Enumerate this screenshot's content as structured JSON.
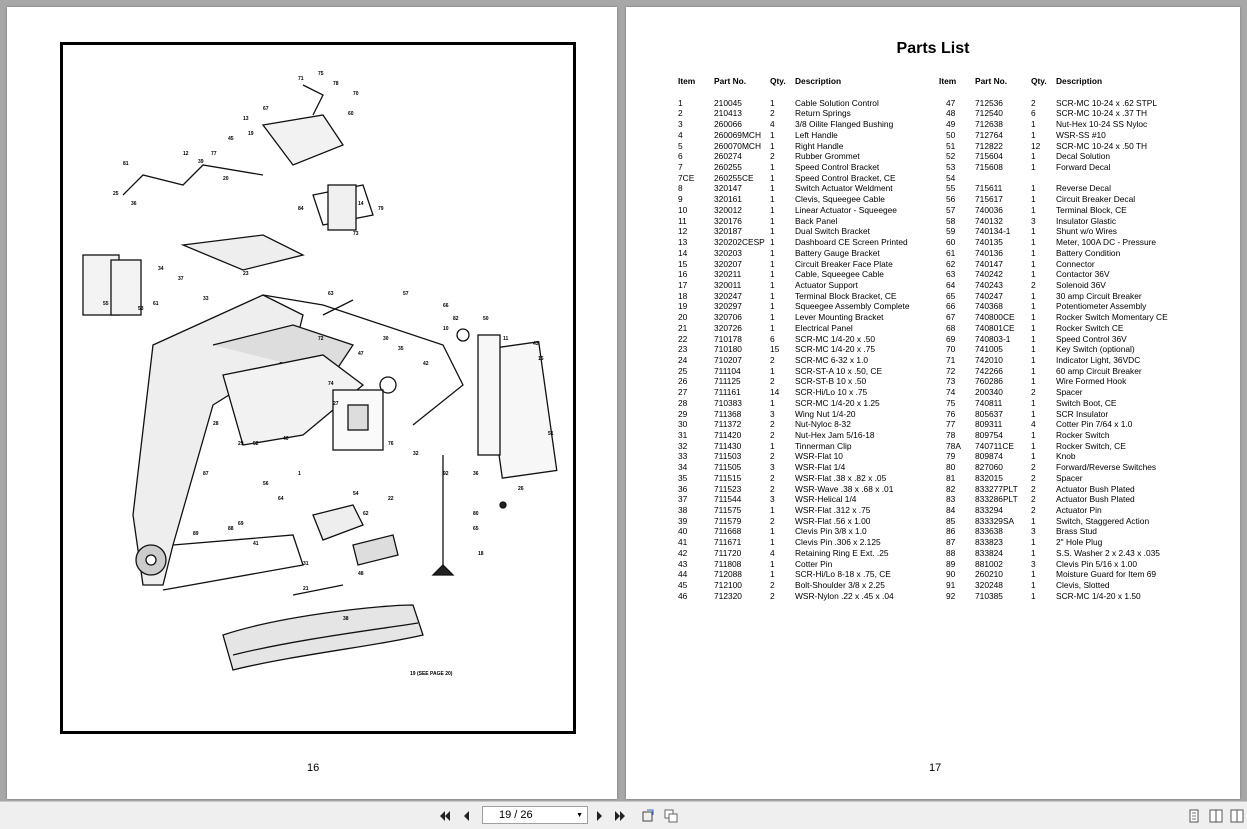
{
  "left_page": {
    "page_number": "16",
    "diagram": {
      "note": "19 (SEE PAGE 20)",
      "callouts": [
        "75",
        "71",
        "78",
        "70",
        "67",
        "13",
        "60",
        "45",
        "19",
        "12",
        "39",
        "77",
        "81",
        "25",
        "36",
        "20",
        "84",
        "14",
        "55",
        "53",
        "79",
        "73",
        "23",
        "34",
        "37",
        "61",
        "33",
        "72",
        "57",
        "66",
        "10",
        "82",
        "50",
        "11",
        "15",
        "43",
        "47",
        "30",
        "35",
        "42",
        "74",
        "76",
        "92",
        "22",
        "36",
        "41",
        "80",
        "54",
        "62",
        "65",
        "18",
        "51",
        "26",
        "87",
        "32",
        "27",
        "52",
        "28",
        "29",
        "40",
        "56",
        "64",
        "89",
        "88",
        "31",
        "21",
        "48",
        "38",
        "63",
        "69",
        "1"
      ]
    }
  },
  "right_page": {
    "page_number": "17",
    "title": "Parts List",
    "headers": {
      "item": "Item",
      "part": "Part No.",
      "qty": "Qty.",
      "desc": "Description"
    },
    "left_column": [
      [
        "1",
        "210045",
        "1",
        "Cable Solution Control"
      ],
      [
        "2",
        "210413",
        "2",
        "Return Springs"
      ],
      [
        "3",
        "260066",
        "4",
        "3/8 Oilite Flanged Bushing"
      ],
      [
        "4",
        "260069MCH",
        "1",
        "Left Handle"
      ],
      [
        "5",
        "260070MCH",
        "1",
        "Right Handle"
      ],
      [
        "6",
        "260274",
        "2",
        "Rubber Grommet"
      ],
      [
        "7",
        "260255",
        "1",
        "Speed Control Bracket"
      ],
      [
        "7CE",
        "260255CE",
        "1",
        "Speed Control Bracket, CE"
      ],
      [
        "8",
        "320147",
        "1",
        "Switch Actuator Weldment"
      ],
      [
        "9",
        "320161",
        "1",
        "Clevis, Squeegee Cable"
      ],
      [
        "10",
        "320012",
        "1",
        "Linear Actuator - Squeegee"
      ],
      [
        "11",
        "320176",
        "1",
        "Back Panel"
      ],
      [
        "12",
        "320187",
        "1",
        "Dual Switch Bracket"
      ],
      [
        "13",
        "320202CESP",
        "1",
        "Dashboard CE Screen Printed"
      ],
      [
        "14",
        "320203",
        "1",
        "Battery Gauge Bracket"
      ],
      [
        "15",
        "320207",
        "1",
        "Circuit Breaker Face Plate"
      ],
      [
        "16",
        "320211",
        "1",
        "Cable, Squeegee Cable"
      ],
      [
        "17",
        "320011",
        "1",
        "Actuator Support"
      ],
      [
        "18",
        "320247",
        "1",
        "Terminal Block Bracket, CE"
      ],
      [
        "19",
        "320297",
        "1",
        "Squeegee Assembly Complete"
      ],
      [
        "20",
        "320706",
        "1",
        "Lever Mounting Bracket"
      ],
      [
        "21",
        "320726",
        "1",
        "Electrical Panel"
      ],
      [
        "22",
        "710178",
        "6",
        "SCR-MC 1/4-20 x .50"
      ],
      [
        "23",
        "710180",
        "15",
        "SCR-MC 1/4-20 x .75"
      ],
      [
        "24",
        "710207",
        "2",
        "SCR-MC 6-32 x 1.0"
      ],
      [
        "25",
        "711104",
        "1",
        "SCR-ST-A 10 x .50, CE"
      ],
      [
        "26",
        "711125",
        "2",
        "SCR-ST-B 10 x .50"
      ],
      [
        "27",
        "711161",
        "14",
        "SCR-Hi/Lo 10 x .75"
      ],
      [
        "28",
        "710383",
        "1",
        "SCR-MC 1/4-20 x 1.25"
      ],
      [
        "29",
        "711368",
        "3",
        "Wing Nut 1/4-20"
      ],
      [
        "30",
        "711372",
        "2",
        "Nut-Nyloc 8-32"
      ],
      [
        "31",
        "711420",
        "2",
        "Nut-Hex Jam 5/16-18"
      ],
      [
        "32",
        "711430",
        "1",
        "Tinnerman Clip"
      ],
      [
        "33",
        "711503",
        "2",
        "WSR-Flat 10"
      ],
      [
        "34",
        "711505",
        "3",
        "WSR-Flat 1/4"
      ],
      [
        "35",
        "711515",
        "2",
        "WSR-Flat .38 x .82 x .05"
      ],
      [
        "36",
        "711523",
        "2",
        "WSR-Wave .38 x .68 x .01"
      ],
      [
        "37",
        "711544",
        "3",
        "WSR-Helical 1/4"
      ],
      [
        "38",
        "711575",
        "1",
        "WSR-Flat .312 x .75"
      ],
      [
        "39",
        "711579",
        "2",
        "WSR-Flat .56 x 1.00"
      ],
      [
        "40",
        "711668",
        "1",
        "Clevis Pin  3/8 x 1.0"
      ],
      [
        "41",
        "711671",
        "1",
        "Clevis Pin .306 x 2.125"
      ],
      [
        "42",
        "711720",
        "4",
        "Retaining Ring E Ext. .25"
      ],
      [
        "43",
        "711808",
        "1",
        "Cotter Pin"
      ],
      [
        "44",
        "712088",
        "1",
        "SCR-Hi/Lo 8-18 x .75, CE"
      ],
      [
        "45",
        "712100",
        "2",
        "Bolt-Shoulder 3/8 x 2.25"
      ],
      [
        "46",
        "712320",
        "2",
        "WSR-Nylon .22 x .45 x .04"
      ]
    ],
    "right_column": [
      [
        "47",
        "712536",
        "2",
        "SCR-MC 10-24 x .62 STPL"
      ],
      [
        "48",
        "712540",
        "6",
        "SCR-MC 10-24 x .37 TH"
      ],
      [
        "49",
        "712638",
        "1",
        "Nut-Hex 10-24 SS Nyloc"
      ],
      [
        "50",
        "712764",
        "1",
        "WSR-SS #10"
      ],
      [
        "51",
        "712822",
        "12",
        "SCR-MC 10-24 x .50 TH"
      ],
      [
        "52",
        "715604",
        "1",
        "Decal Solution"
      ],
      [
        "53",
        "715608",
        "1",
        "Forward Decal"
      ],
      [
        "54",
        "",
        "",
        ""
      ],
      [
        "55",
        "715611",
        "1",
        "Reverse Decal"
      ],
      [
        "56",
        "715617",
        "1",
        "Circuit Breaker Decal"
      ],
      [
        "57",
        "740036",
        "1",
        "Terminal Block, CE"
      ],
      [
        "58",
        "740132",
        "3",
        "Insulator Glastic"
      ],
      [
        "59",
        "740134-1",
        "1",
        "Shunt w/o Wires"
      ],
      [
        "60",
        "740135",
        "1",
        "Meter, 100A DC - Pressure"
      ],
      [
        "61",
        "740136",
        "1",
        "Battery Condition"
      ],
      [
        "62",
        "740147",
        "1",
        "Connector"
      ],
      [
        "63",
        "740242",
        "1",
        "Contactor 36V"
      ],
      [
        "64",
        "740243",
        "2",
        "Solenoid 36V"
      ],
      [
        "65",
        "740247",
        "1",
        "30 amp Circuit Breaker"
      ],
      [
        "66",
        "740368",
        "1",
        "Potentiometer Assembly"
      ],
      [
        "67",
        "740800CE",
        "1",
        "Rocker Switch Momentary CE"
      ],
      [
        "68",
        "740801CE",
        "1",
        "Rocker Switch CE"
      ],
      [
        "69",
        "740803-1",
        "1",
        "Speed Control 36V"
      ],
      [
        "70",
        "741005",
        "1",
        "Key Switch (optional)"
      ],
      [
        "71",
        "742010",
        "1",
        "Indicator Light, 36VDC"
      ],
      [
        "72",
        "742266",
        "1",
        "60 amp Circuit Breaker"
      ],
      [
        "73",
        "760286",
        "1",
        "Wire Formed Hook"
      ],
      [
        "74",
        "200340",
        "2",
        "Spacer"
      ],
      [
        "75",
        "740811",
        "1",
        "Switch Boot, CE"
      ],
      [
        "76",
        "805637",
        "1",
        "SCR Insulator"
      ],
      [
        "77",
        "809311",
        "4",
        "Cotter Pin 7/64 x 1.0"
      ],
      [
        "78",
        "809754",
        "1",
        "Rocker Switch"
      ],
      [
        "78A",
        "740711CE",
        "1",
        "Rocker Switch, CE"
      ],
      [
        "79",
        "809874",
        "1",
        "Knob"
      ],
      [
        "80",
        "827060",
        "2",
        "Forward/Reverse Switches"
      ],
      [
        "81",
        "832015",
        "2",
        "Spacer"
      ],
      [
        "82",
        "833277PLT",
        "2",
        "Actuator Bush Plated"
      ],
      [
        "83",
        "833286PLT",
        "2",
        "Actuator Bush Plated"
      ],
      [
        "84",
        "833294",
        "2",
        "Actuator Pin"
      ],
      [
        "85",
        "833329SA",
        "1",
        "Switch, Staggered Action"
      ],
      [
        "86",
        "833638",
        "3",
        "Brass Stud"
      ],
      [
        "87",
        "833823",
        "1",
        "2\" Hole Plug"
      ],
      [
        "88",
        "833824",
        "1",
        "S.S. Washer 2 x 2.43 x .035"
      ],
      [
        "89",
        "881002",
        "3",
        "Clevis Pin 5/16 x 1.00"
      ],
      [
        "90",
        "260210",
        "1",
        "Moisture Guard for Item 69"
      ],
      [
        "91",
        "320248",
        "1",
        "Clevis, Slotted"
      ],
      [
        "92",
        "710385",
        "1",
        "SCR-MC 1/4-20 x 1.50"
      ]
    ]
  },
  "toolbar": {
    "page_indicator": "19 / 26",
    "icons": [
      "first-page-icon",
      "prev-page-icon",
      "next-page-icon",
      "last-page-icon",
      "rotate-icon",
      "copy-icon",
      "single-page-icon",
      "two-page-icon",
      "book-icon"
    ]
  }
}
